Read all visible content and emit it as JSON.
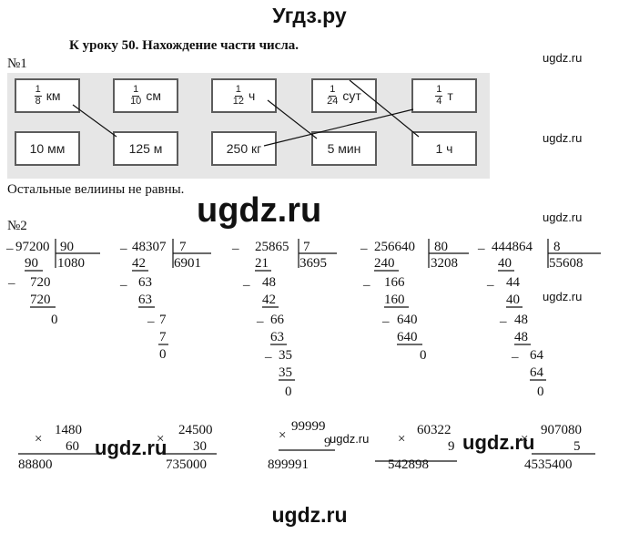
{
  "header": {
    "site_title": "Угдз.ру"
  },
  "lesson_title": "К уроку 50. Нахождение части числа.",
  "watermarks": {
    "small": "ugdz.ru",
    "big": "ugdz.ru"
  },
  "task1": {
    "label": "№1",
    "top_cards": [
      {
        "numerator": "1",
        "denominator": "8",
        "unit": "км"
      },
      {
        "numerator": "1",
        "denominator": "10",
        "unit": "см"
      },
      {
        "numerator": "1",
        "denominator": "12",
        "unit": "ч"
      },
      {
        "numerator": "1",
        "denominator": "24",
        "unit": "сут"
      },
      {
        "numerator": "1",
        "denominator": "4",
        "unit": "т"
      }
    ],
    "bottom_cards": [
      "10 мм",
      "125 м",
      "250 кг",
      "5 мин",
      "1 ч"
    ],
    "note": "Остальные велиины не равны."
  },
  "task2": {
    "label": "№2",
    "divisions": [
      {
        "dividend": "97200",
        "divisor": "90",
        "quotient": "1080",
        "steps": [
          "90",
          "720",
          "720",
          "0"
        ]
      },
      {
        "dividend": "48307",
        "divisor": "7",
        "quotient": "6901",
        "steps": [
          "42",
          "63",
          "63",
          "7",
          "7",
          "0"
        ]
      },
      {
        "dividend": "25865",
        "divisor": "7",
        "quotient": "3695",
        "steps": [
          "21",
          "48",
          "42",
          "66",
          "63",
          "35",
          "35",
          "0"
        ]
      },
      {
        "dividend": "256640",
        "divisor": "80",
        "quotient": "3208",
        "steps": [
          "240",
          "166",
          "160",
          "640",
          "640",
          "0"
        ]
      },
      {
        "dividend": "444864",
        "divisor": "8",
        "quotient": "55608",
        "steps": [
          "40",
          "44",
          "40",
          "48",
          "48",
          "64",
          "64",
          "0"
        ]
      }
    ],
    "multiplications": [
      {
        "a": "1480",
        "b": "60",
        "result": "88800"
      },
      {
        "a": "24500",
        "b": "30",
        "result": "735000"
      },
      {
        "a": "99999",
        "b": "9",
        "result": "899991"
      },
      {
        "a": "60322",
        "b": "9",
        "result": "542898"
      },
      {
        "a": "907080",
        "b": "5",
        "result": "4535400"
      }
    ],
    "signs": {
      "minus": "_",
      "times": "×"
    }
  }
}
